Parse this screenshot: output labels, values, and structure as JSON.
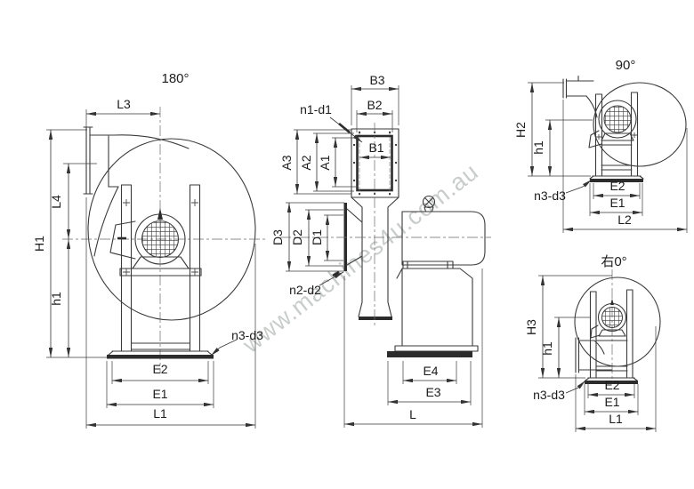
{
  "watermark": "www.machines4u.com.au",
  "views": {
    "v180": {
      "title": "180°",
      "L3": "L3",
      "L4": "L4",
      "H1": "H1",
      "h1": "h1",
      "E2": "E2",
      "E1": "E1",
      "L1": "L1",
      "n3d3": "n3-d3"
    },
    "vside": {
      "B3": "B3",
      "B2": "B2",
      "B1": "B1",
      "n1d1": "n1-d1",
      "A3": "A3",
      "A2": "A2",
      "A1": "A1",
      "D3": "D3",
      "D2": "D2",
      "D1": "D1",
      "n2d2": "n2-d2",
      "E4": "E4",
      "E3": "E3",
      "L": "L"
    },
    "v90": {
      "title": "90°",
      "H2": "H2",
      "h1": "h1",
      "E2": "E2",
      "E1": "E1",
      "L2": "L2",
      "n3d3": "n3-d3"
    },
    "v0": {
      "title": "右0°",
      "H3": "H3",
      "h1": "h1",
      "E2": "E2",
      "E1": "E1",
      "L1": "L1",
      "n3d3": "n3-d3"
    }
  }
}
